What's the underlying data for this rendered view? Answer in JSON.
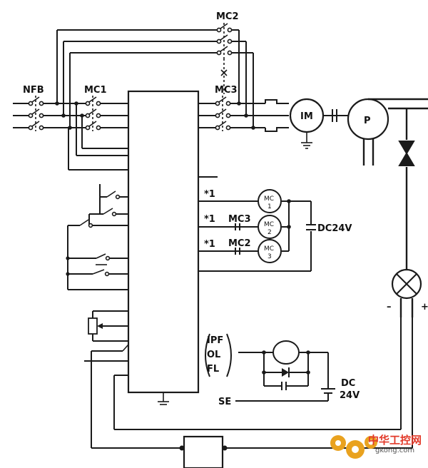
{
  "labels": {
    "mc2": "MC2",
    "mc1": "MC1",
    "mc3": "MC3",
    "nfb": "NFB",
    "motor": "IM",
    "pump": "P",
    "relay_note_1": "*1",
    "relay_note_2": "*1",
    "relay_note_3": "*1",
    "contact_mc3": "MC3",
    "contact_mc2": "MC2",
    "coil_1_top": "MC",
    "coil_1_num": "1",
    "coil_2_top": "MC",
    "coil_2_num": "2",
    "coil_3_top": "MC",
    "coil_3_num": "3",
    "dc24v_coils": "DC24V",
    "ipf": "IPF",
    "ol": "OL",
    "fl": "FL",
    "se": "SE",
    "dc_supply_top": "DC",
    "dc_supply_bottom": "24V",
    "minus": "–",
    "plus": "+",
    "watermark_main": "中华工控网",
    "watermark_url": "gkong.com"
  },
  "colors": {
    "line": "#1a1a1a",
    "background": "#ffffff",
    "watermark_red": "#e23a2a",
    "watermark_gear": "#e9a21f"
  }
}
